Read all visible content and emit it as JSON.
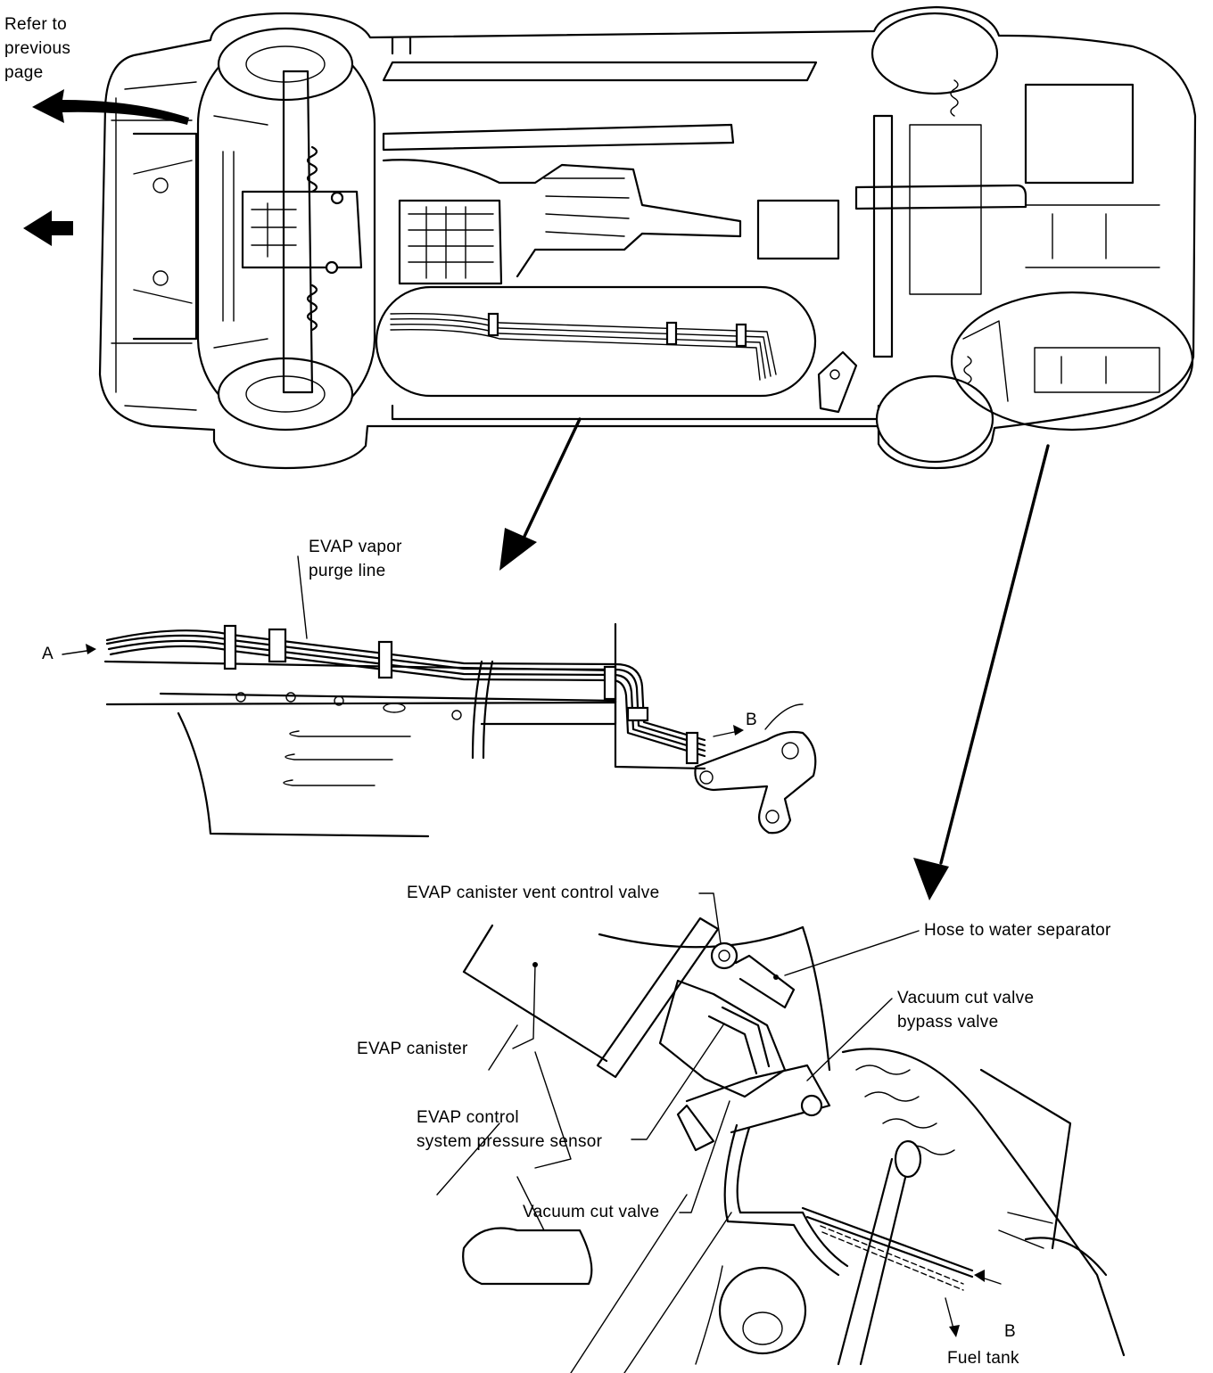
{
  "top_view": {
    "refer_note": [
      "Refer to",
      "previous",
      "page"
    ]
  },
  "purge_detail": {
    "line_label": [
      "EVAP vapor",
      "purge line"
    ],
    "point_a": "A",
    "point_b": "B"
  },
  "canister_detail": {
    "vent_control_valve": "EVAP canister vent control valve",
    "hose_water_separator": "Hose to water separator",
    "vacuum_cut_bypass": [
      "Vacuum cut valve",
      "bypass valve"
    ],
    "canister": "EVAP canister",
    "pressure_sensor": [
      "EVAP control",
      "system pressure sensor"
    ],
    "vacuum_cut_valve": "Vacuum cut valve",
    "point_b": "B",
    "fuel_tank": "Fuel tank"
  }
}
